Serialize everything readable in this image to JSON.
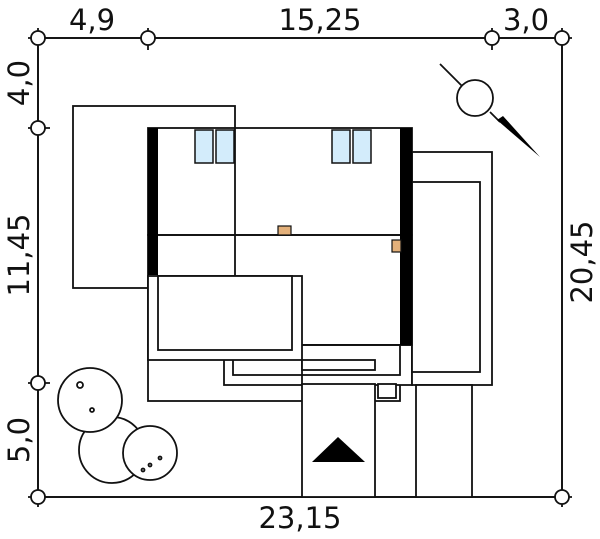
{
  "dimensions": {
    "top": [
      "4,9",
      "15,25",
      "3,0"
    ],
    "left": [
      "4,0",
      "11,45",
      "5,0"
    ],
    "right": "20,45",
    "bottom": "23,15"
  },
  "colors": {
    "plot": "#f4f4f4",
    "roof_upper": "#fdd59a",
    "roof_lower": "#fdf0d5",
    "window": "#d3ecfb",
    "chimney": "#e3b07a",
    "wall": "#000000"
  },
  "icons": [
    "north-arrow-icon",
    "entrance-arrow-icon",
    "tree-icon"
  ]
}
